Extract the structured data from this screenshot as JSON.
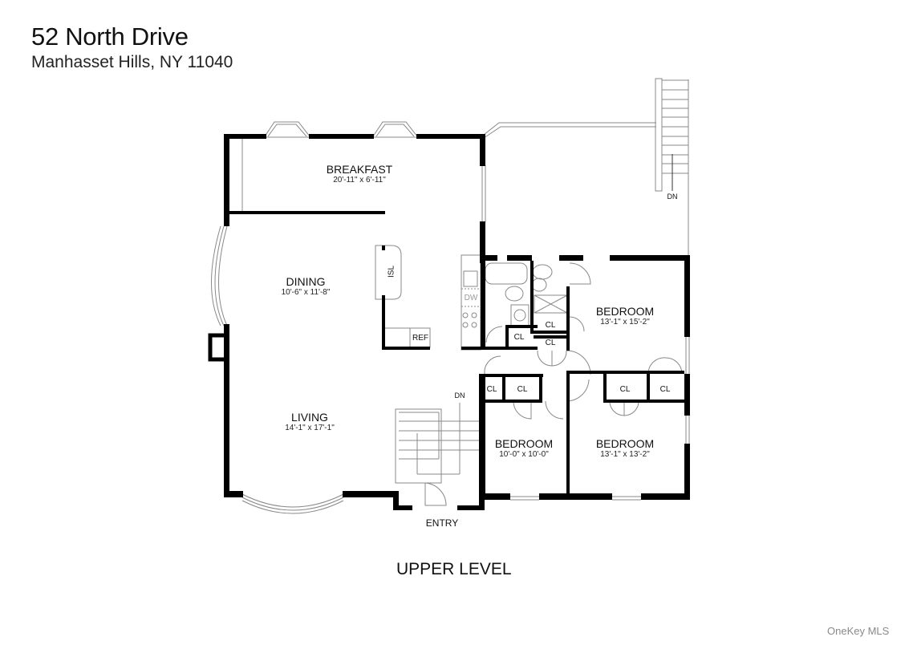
{
  "header": {
    "title": "52 North Drive",
    "subtitle": "Manhasset Hills, NY 11040"
  },
  "rooms": [
    {
      "name": "BREAKFAST",
      "dims": "20'-11\" x 6'-11\""
    },
    {
      "name": "DINING",
      "dims": "10'-6\" x 11'-8\""
    },
    {
      "name": "LIVING",
      "dims": "14'-1\" x 17'-1\""
    },
    {
      "name": "BEDROOM",
      "dims": "13'-1\" x 15'-2\""
    },
    {
      "name": "BEDROOM",
      "dims": "10'-0\" x 10'-0\""
    },
    {
      "name": "BEDROOM",
      "dims": "13'-1\" x 13'-2\""
    }
  ],
  "fixtures": {
    "island": "ISL",
    "refrigerator": "REF",
    "dishwasher": "DW",
    "closet": "CL",
    "stairs_down": "DN",
    "entry": "ENTRY"
  },
  "level_label": "UPPER LEVEL",
  "watermark": "OneKey MLS"
}
